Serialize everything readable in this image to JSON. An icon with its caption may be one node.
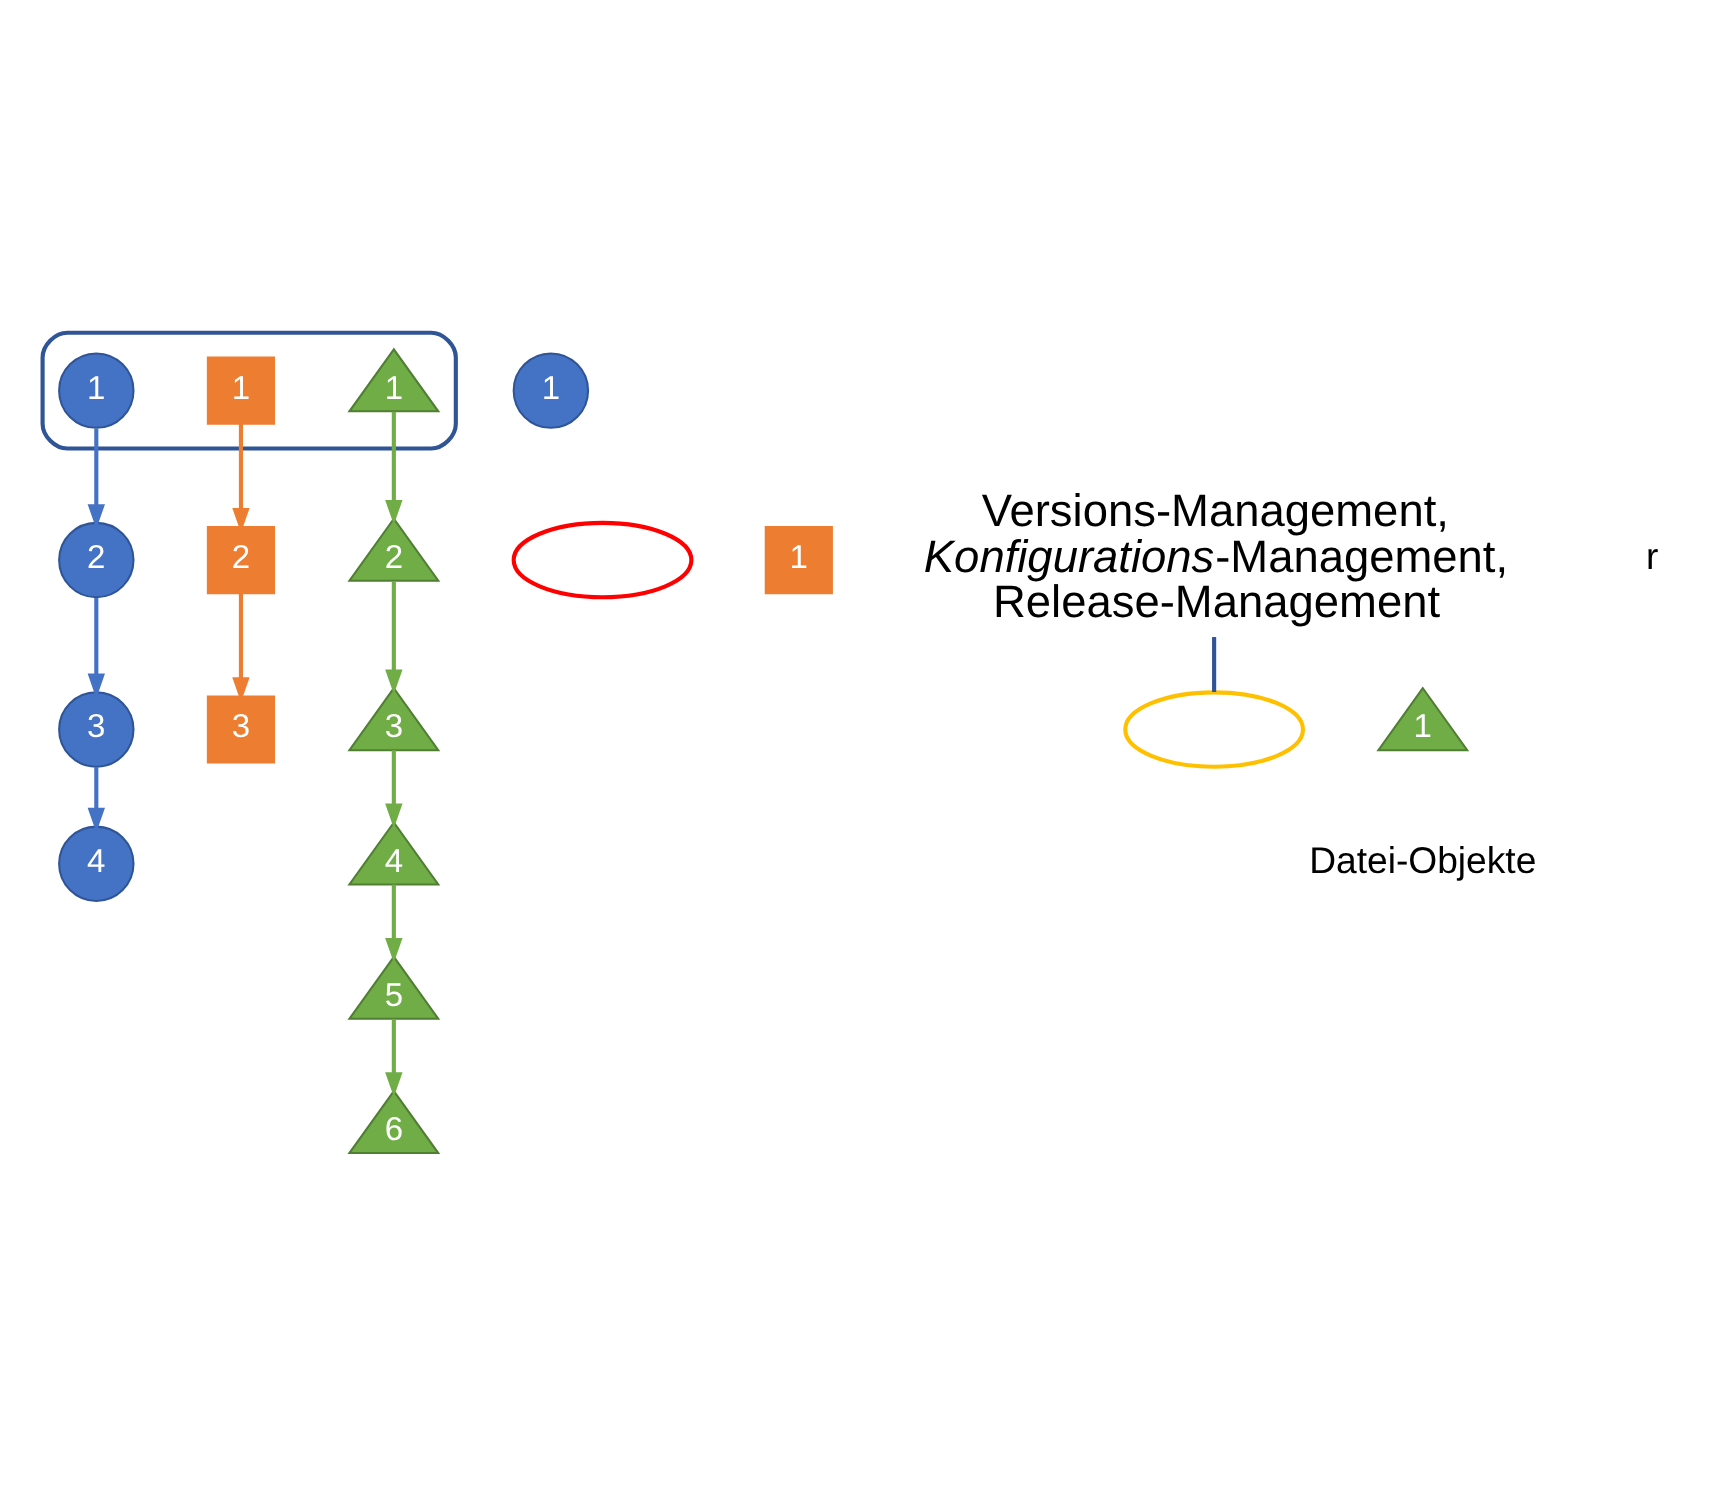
{
  "diagram": {
    "nodes": [
      {
        "text": [],
        "shape": "ellipse"
      },
      {
        "text": [
          "1"
        ],
        "in": 0
      },
      {
        "text": [
          "1"
        ],
        "in": 0
      },
      {
        "text": [
          "1"
        ],
        "in": 0
      },
      {
        "text": [
          "1"
        ]
      },
      {
        "text": [],
        "shape": "ellipse"
      },
      {
        "text": [
          "2"
        ]
      },
      {
        "text": [
          "2"
        ]
      },
      {
        "text": [
          "2"
        ]
      },
      {
        "text": [
          "1"
        ]
      },
      {
        "text": [],
        "shape": "ellipse"
      },
      {
        "text": [
          "3"
        ]
      },
      {
        "text": [
          "3"
        ]
      },
      {
        "text": [
          "3"
        ]
      },
      {
        "text": [
          "1"
        ]
      },
      {
        "text": [
          "4"
        ]
      },
      {
        "text": [
          "4"
        ]
      },
      {
        "text": [
          "5"
        ]
      },
      {
        "text": [
          "6"
        ]
      },
      {
        "text": [
          "Versions-Management, *Konfigurations*-Management, Release-Management"
        ]
      }
    ],
    "edges": [
      {
        "from": 1,
        "to": 6,
        "arrow": "to",
        "color": "#4472c4"
      },
      {
        "from": 6,
        "to": 11,
        "arrow": "to",
        "color": "#4472c4"
      },
      {
        "from": 11,
        "to": 15,
        "arrow": "to",
        "color": "#4472c4"
      },
      {
        "from": 2,
        "to": 7,
        "arrow": "to",
        "color": "#ed7d31"
      },
      {
        "from": 7,
        "to": 12,
        "arrow": "to",
        "color": "#ed7d31"
      },
      {
        "from": 3,
        "to": 8,
        "arrow": "to",
        "color": "#70ad47"
      },
      {
        "from": 8,
        "to": 13,
        "arrow": "to",
        "color": "#70ad47"
      },
      {
        "from": 13,
        "to": 16,
        "arrow": "to",
        "color": "#70ad47"
      },
      {
        "from": 16,
        "to": 17,
        "arrow": "to",
        "color": "#70ad47"
      },
      {
        "from": 17,
        "to": 18,
        "arrow": "to",
        "color": "#70ad47"
      },
      {
        "from": 19,
        "to": 10,
        "arrow": "none",
        "color": "#2f5597"
      }
    ],
    "labels": [
      "r",
      "Datei-Objekte"
    ]
  }
}
